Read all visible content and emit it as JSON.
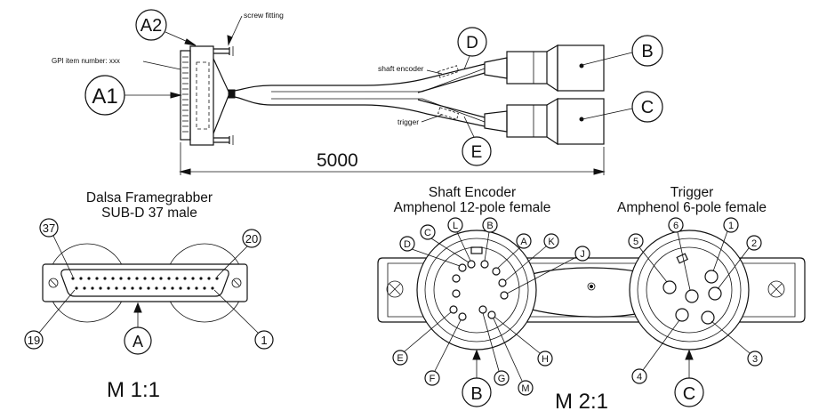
{
  "callouts": {
    "a1": "A1",
    "a2": "A2",
    "b": "B",
    "c": "C",
    "d": "D",
    "e": "E"
  },
  "labels": {
    "screw_fitting": "screw fitting",
    "gpi_item_number": "GPI item number: xxx",
    "shaft_encoder": "shaft encoder",
    "trigger": "trigger",
    "length": "5000"
  },
  "dalsa": {
    "title": "Dalsa Framegrabber",
    "subtitle": "SUB-D 37 male",
    "pins": [
      "37",
      "20",
      "19",
      "1"
    ],
    "view": "A",
    "scale": "M 1:1"
  },
  "shaft_encoder": {
    "title": "Shaft Encoder",
    "subtitle": "Amphenol 12-pole female",
    "pins": [
      "D",
      "C",
      "L",
      "B",
      "A",
      "K",
      "J",
      "E",
      "F",
      "G",
      "M",
      "H"
    ]
  },
  "trigger_connector": {
    "title": "Trigger",
    "subtitle": "Amphenol 6-pole female",
    "pins": [
      "5",
      "6",
      "1",
      "2",
      "4",
      "3"
    ]
  },
  "bottom": {
    "view_b": "B",
    "view_c": "C",
    "scale": "M 2:1"
  }
}
